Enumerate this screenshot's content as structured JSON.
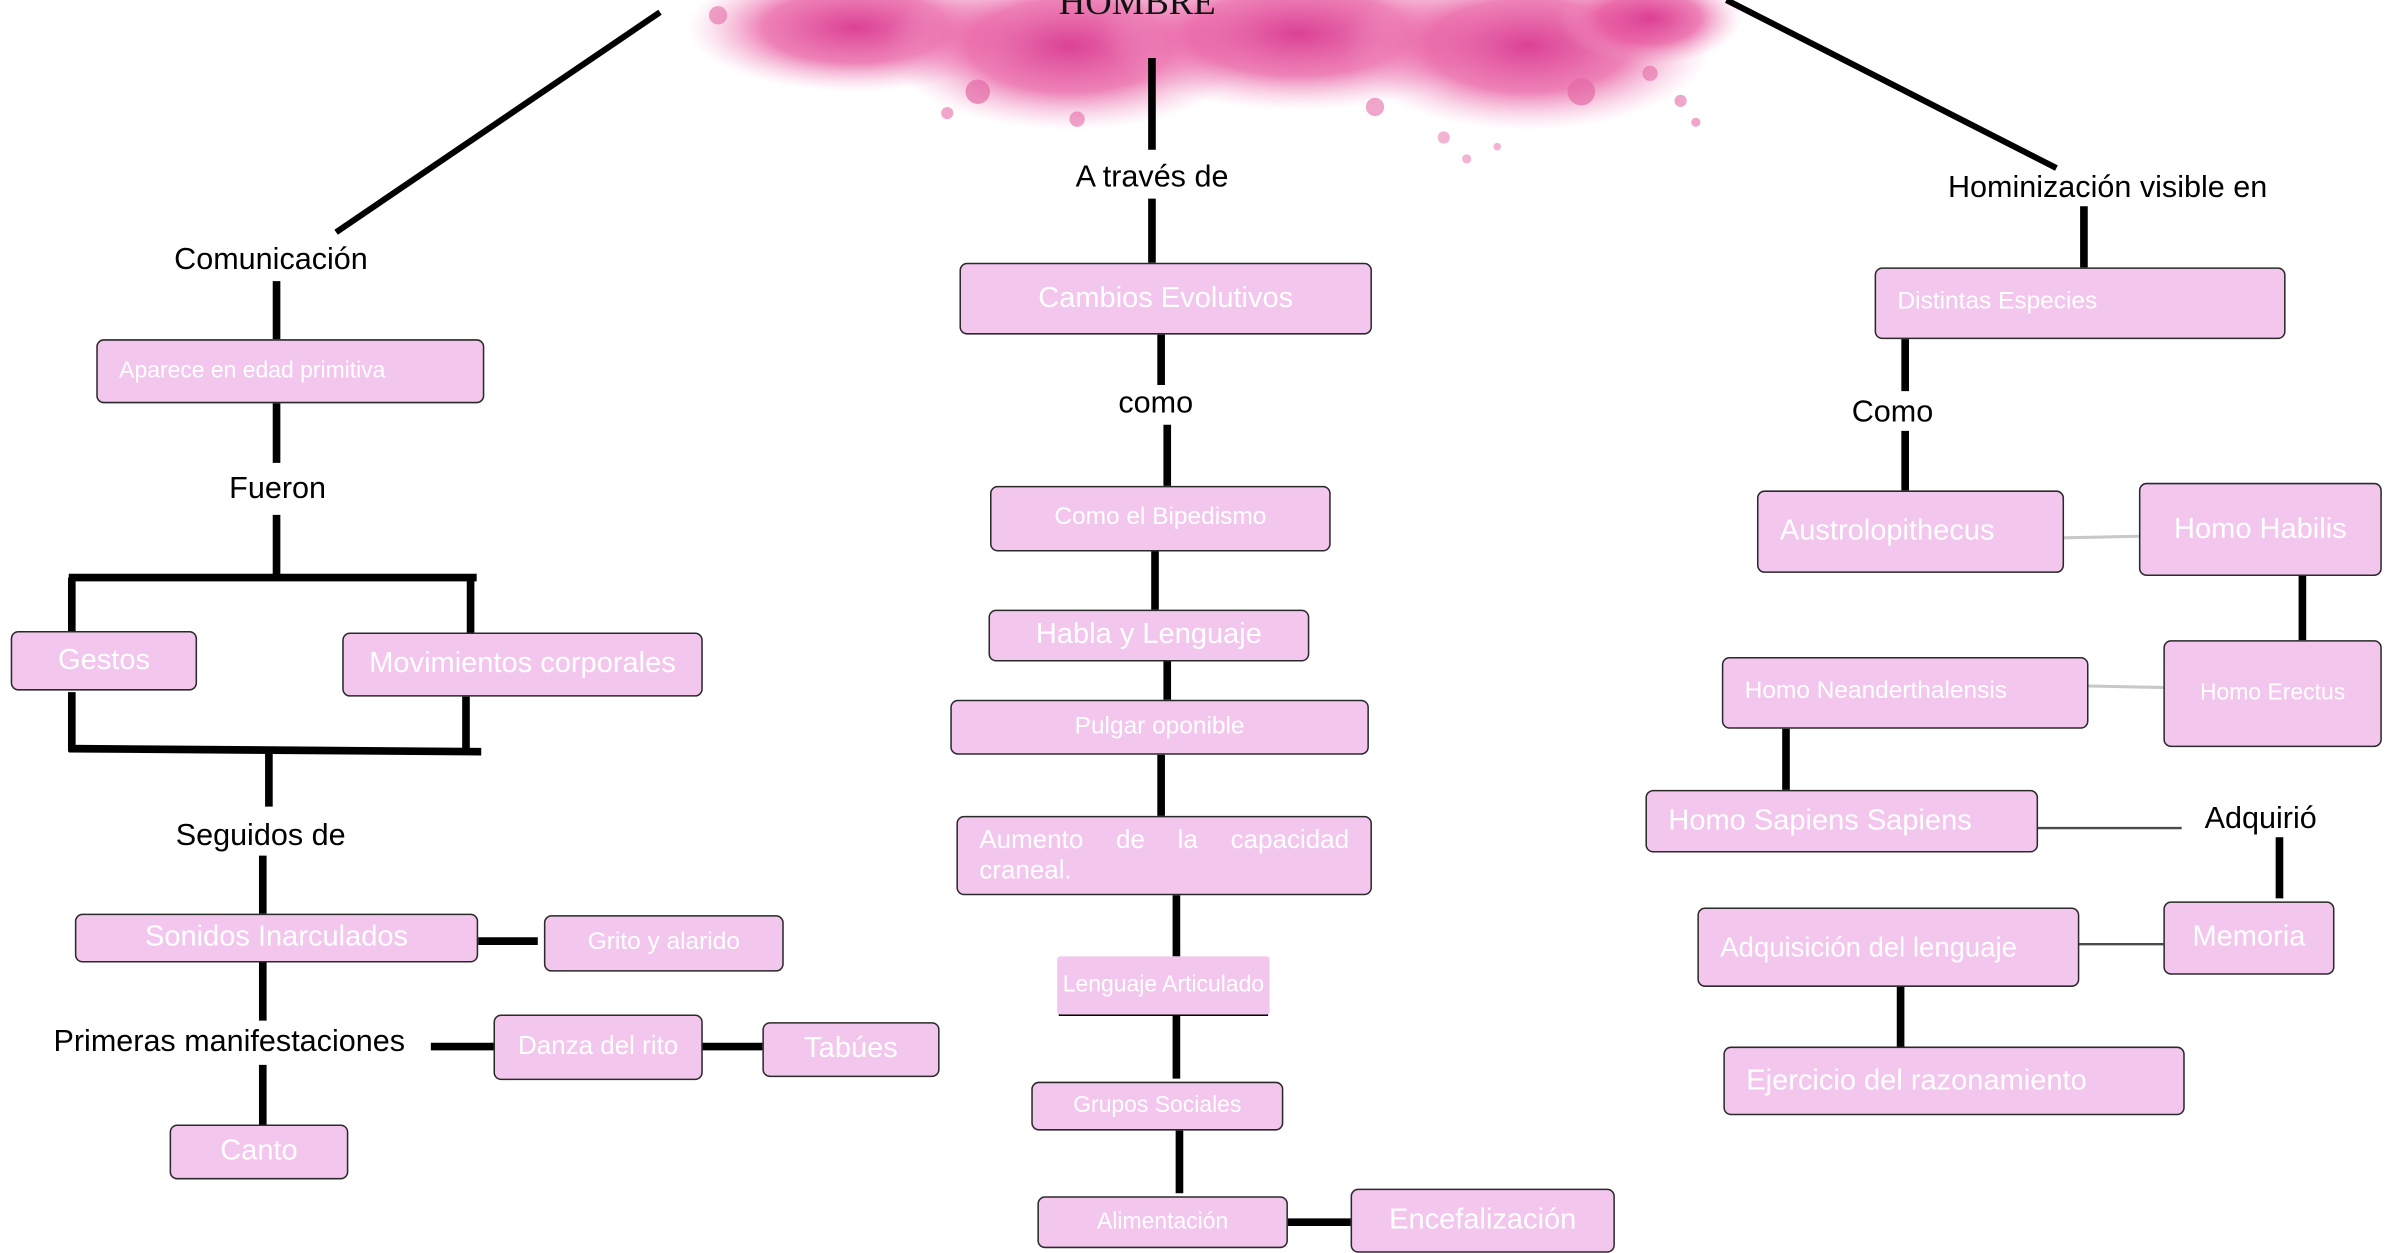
{
  "title": "HOMBRE",
  "center": {
    "label_top": "A través de",
    "label_como": "como",
    "boxes": {
      "cambios": "Cambios Evolutivos",
      "bipedismo": "Como el Bipedismo",
      "habla": "Habla y Lenguaje",
      "pulgar": "Pulgar oponible",
      "craneal": "Aumento de la capacidad craneal.",
      "lenguaje_articulado": "Lenguaje Articulado",
      "grupos": "Grupos Sociales",
      "alimentacion": "Alimentación",
      "encefalizacion": "Encefalización"
    }
  },
  "left": {
    "label_comunicacion": "Comunicación",
    "label_fueron": "Fueron",
    "label_seguidos": "Seguidos de",
    "label_primeras": "Primeras manifestaciones",
    "boxes": {
      "aparece": "Aparece en edad primitiva",
      "gestos": "Gestos",
      "movimientos": "Movimientos corporales",
      "sonidos": "Sonidos Inarculados",
      "grito": "Grito  y alarido",
      "danza": "Danza del rito",
      "tabues": "Tabúes",
      "canto": "Canto"
    }
  },
  "right": {
    "label_hominizacion": "Hominización visible en",
    "label_como": "Como",
    "label_adquirio": "Adquirió",
    "boxes": {
      "especies": "Distintas Especies",
      "austrolopithecus": "Austrolopithecus",
      "habilis": "Homo Habilis",
      "neanderthalensis": "Homo Neanderthalensis",
      "erectus": "Homo Erectus",
      "sapiens": "Homo Sapiens Sapiens",
      "adquisicion": "Adquisición del lenguaje",
      "memoria": "Memoria",
      "razonamiento": "Ejercicio del razonamiento"
    }
  },
  "colors": {
    "box_fill": "#f3c6ee",
    "box_text": "#ffffff",
    "splash": "#e0439a",
    "line": "#000000"
  }
}
